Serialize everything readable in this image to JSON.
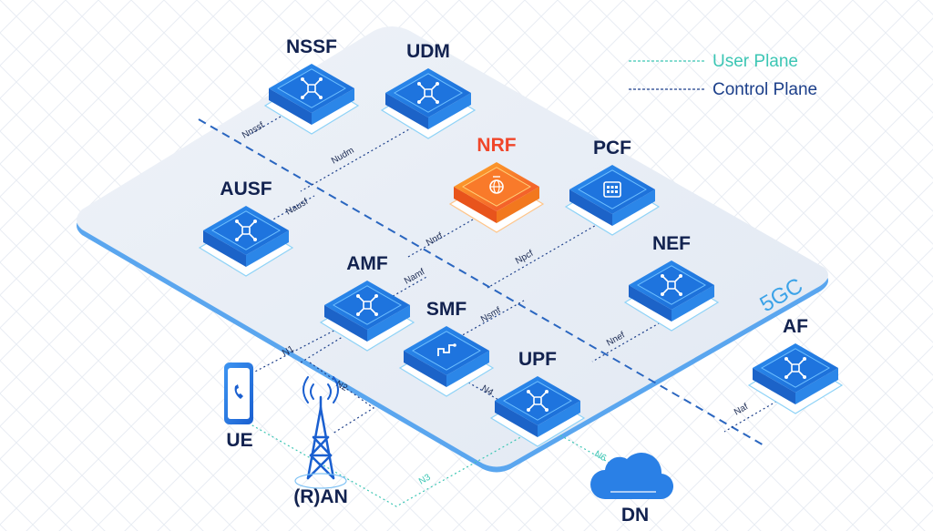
{
  "legend": {
    "user_plane": "User Plane",
    "control_plane": "Control Plane",
    "user_plane_color": "#3cc6b4",
    "control_plane_color": "#1c3f8a"
  },
  "platform_label": "5GC",
  "nodes": {
    "nssf": {
      "label": "NSSF",
      "icon": "network-hub-icon"
    },
    "udm": {
      "label": "UDM",
      "icon": "network-hub-icon"
    },
    "nrf": {
      "label": "NRF",
      "icon": "globe-icon",
      "color": "#f0462a"
    },
    "pcf": {
      "label": "PCF",
      "icon": "calculator-icon"
    },
    "ausf": {
      "label": "AUSF",
      "icon": "network-hub-icon"
    },
    "amf": {
      "label": "AMF",
      "icon": "network-hub-icon"
    },
    "smf": {
      "label": "SMF",
      "icon": "chip-icon"
    },
    "nef": {
      "label": "NEF",
      "icon": "network-hub-icon"
    },
    "upf": {
      "label": "UPF",
      "icon": "network-hub-icon"
    },
    "af": {
      "label": "AF",
      "icon": "network-hub-icon"
    },
    "ue": {
      "label": "UE",
      "icon": "smartphone-icon"
    },
    "ran": {
      "label": "(R)AN",
      "icon": "cell-tower-icon"
    },
    "dn": {
      "label": "DN",
      "icon": "cloud-icon"
    }
  },
  "interfaces": {
    "nnssf": "Nnssf",
    "nudm": "Nudm",
    "nausf": "Nausf",
    "nnrf": "Nnrf",
    "npcf": "Npcf",
    "namf": "Namf",
    "nsmf": "Nsmf",
    "nnef": "Nnef",
    "naf": "Naf",
    "n1": "N1",
    "n2": "N2",
    "n3": "N3",
    "n4": "N4",
    "n6": "N6"
  }
}
